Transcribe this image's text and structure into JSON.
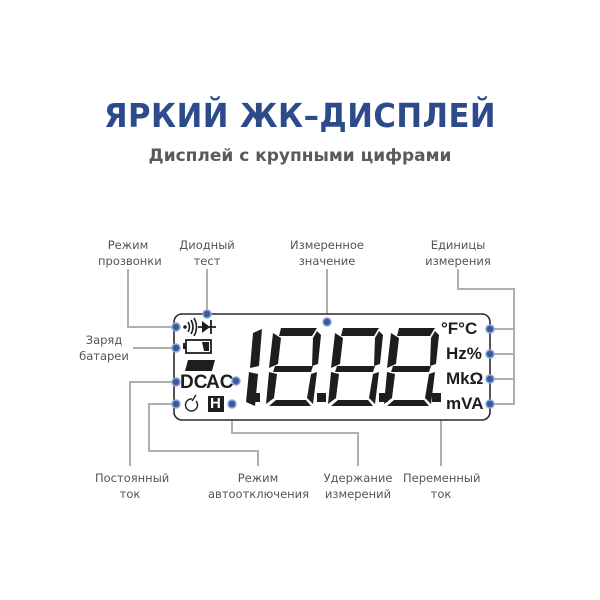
{
  "header": {
    "title": "ЯРКИЙ ЖК–ДИСПЛЕЙ",
    "subtitle": "Дисплей с крупными цифрами"
  },
  "display": {
    "digits": "1.8.8.8.",
    "dc": "DC",
    "ac": "AC",
    "hold": "H",
    "units": [
      "°F°C",
      "Hz%",
      "MkΩ",
      "mVA"
    ]
  },
  "labels": {
    "continuity": [
      "Режим",
      "прозвонки"
    ],
    "diode": [
      "Диодный",
      "тест"
    ],
    "measured": [
      "Измеренное",
      "значение"
    ],
    "units": [
      "Единицы",
      "измерения"
    ],
    "battery": [
      "Заряд",
      "батареи"
    ],
    "dc": [
      "Постоянный",
      "ток"
    ],
    "autooff": [
      "Режим",
      "автоотключения"
    ],
    "hold": [
      "Удержание",
      "измерений"
    ],
    "ac": [
      "Переменный",
      "ток"
    ]
  },
  "colors": {
    "title": "#2d4a8a",
    "dot": "#3a5a9e",
    "line": "#b0b0b0",
    "segment": "#1e1e1e"
  }
}
